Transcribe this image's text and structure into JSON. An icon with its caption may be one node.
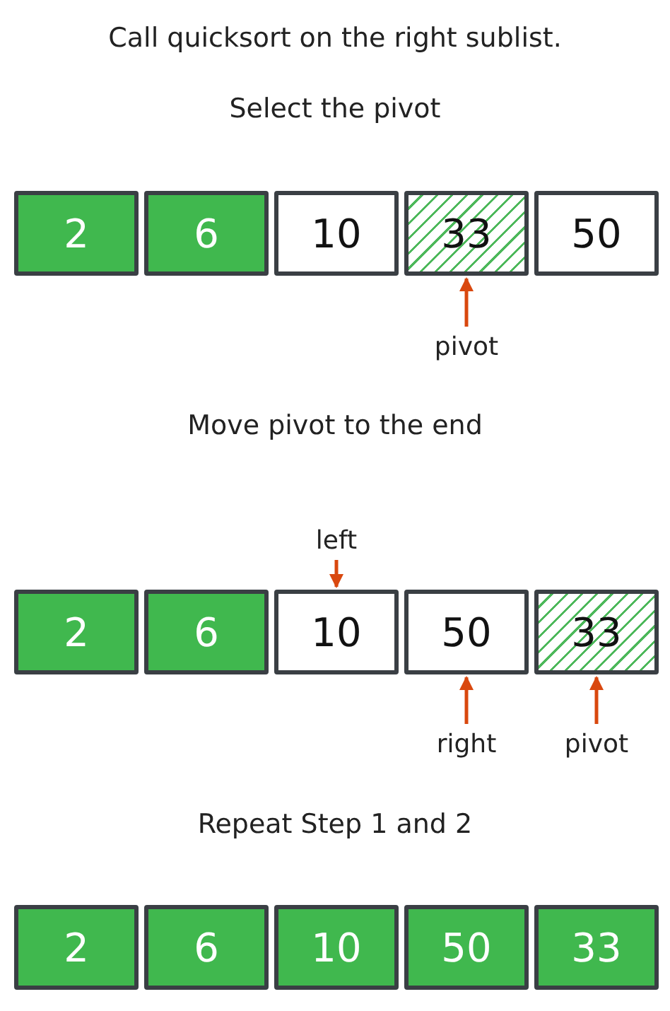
{
  "diagram": {
    "title": "Call quicksort on the right sublist.",
    "nodes": [
      {
        "text": [
          "2"
        ]
      },
      {
        "text": [
          "6"
        ]
      },
      {
        "text": [
          "10"
        ]
      },
      {
        "text": [
          "33"
        ]
      },
      {
        "text": [
          "50"
        ]
      },
      {
        "text": [
          "pivot"
        ]
      },
      {
        "text": [
          "left"
        ]
      },
      {
        "text": [
          "2"
        ]
      },
      {
        "text": [
          "6"
        ]
      },
      {
        "text": [
          "10"
        ]
      },
      {
        "text": [
          "50"
        ]
      },
      {
        "text": [
          "33"
        ]
      },
      {
        "text": [
          "right"
        ]
      },
      {
        "text": [
          "pivot"
        ]
      },
      {
        "text": [
          "2"
        ]
      },
      {
        "text": [
          "6"
        ]
      },
      {
        "text": [
          "10"
        ]
      },
      {
        "text": [
          "50"
        ]
      },
      {
        "text": [
          "33"
        ]
      }
    ],
    "edges": [
      {
        "from": 5,
        "to": 3,
        "arrow": "to"
      },
      {
        "from": 6,
        "to": 9,
        "arrow": "to"
      },
      {
        "from": 12,
        "to": 10,
        "arrow": "to"
      },
      {
        "from": 13,
        "to": 11,
        "arrow": "to"
      }
    ],
    "labels": [
      "Select the pivot",
      "Move pivot to the end",
      "Repeat Step 1 and 2"
    ]
  }
}
